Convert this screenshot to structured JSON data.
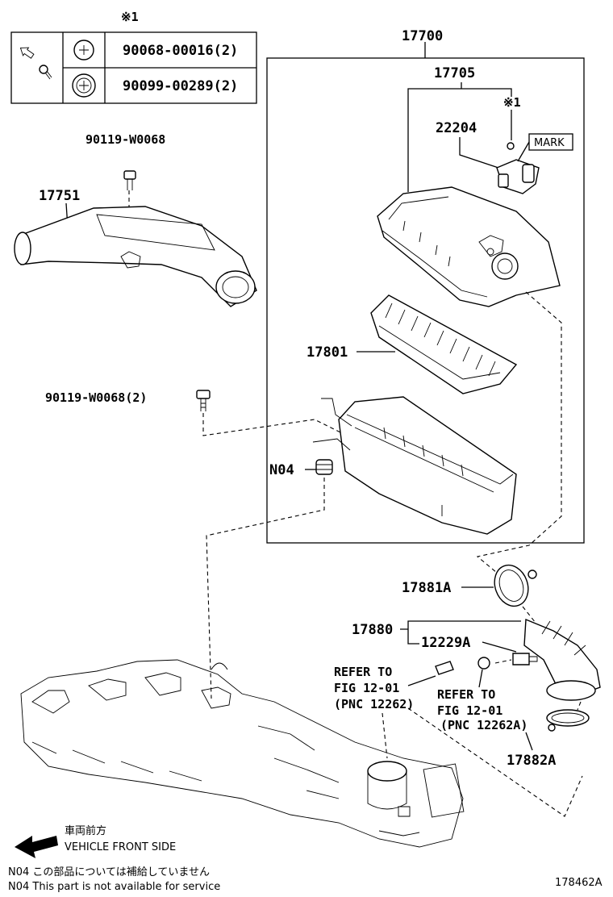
{
  "legend": {
    "marker": "※1",
    "rows": [
      {
        "part_no": "90068-00016(2)",
        "icon": "phillips-screw-icon"
      },
      {
        "part_no": "90099-00289(2)",
        "icon": "washer-screw-icon"
      }
    ]
  },
  "labels": {
    "p17700": "17700",
    "p17705": "17705",
    "marker_22204": "※1",
    "p22204": "22204",
    "mark": "MARK",
    "p90119a": "90119-W0068",
    "p17751": "17751",
    "p17801": "17801",
    "p90119b": "90119-W0068(2)",
    "n04": "N04",
    "p17881a": "17881A",
    "p17880": "17880",
    "p12229a": "12229A",
    "p17882a": "17882A"
  },
  "refs": [
    {
      "line1": "REFER TO",
      "line2": "FIG 12-01",
      "line3": "(PNC 12262)"
    },
    {
      "line1": "REFER TO",
      "line2": "FIG 12-01",
      "line3": "(PNC 12262A)"
    }
  ],
  "direction": {
    "jp": "車両前方",
    "en": "VEHICLE FRONT SIDE"
  },
  "footnotes": [
    "N04  この部品については補給していません",
    "N04  This part is not available for service"
  ],
  "diagram_id": "178462A"
}
